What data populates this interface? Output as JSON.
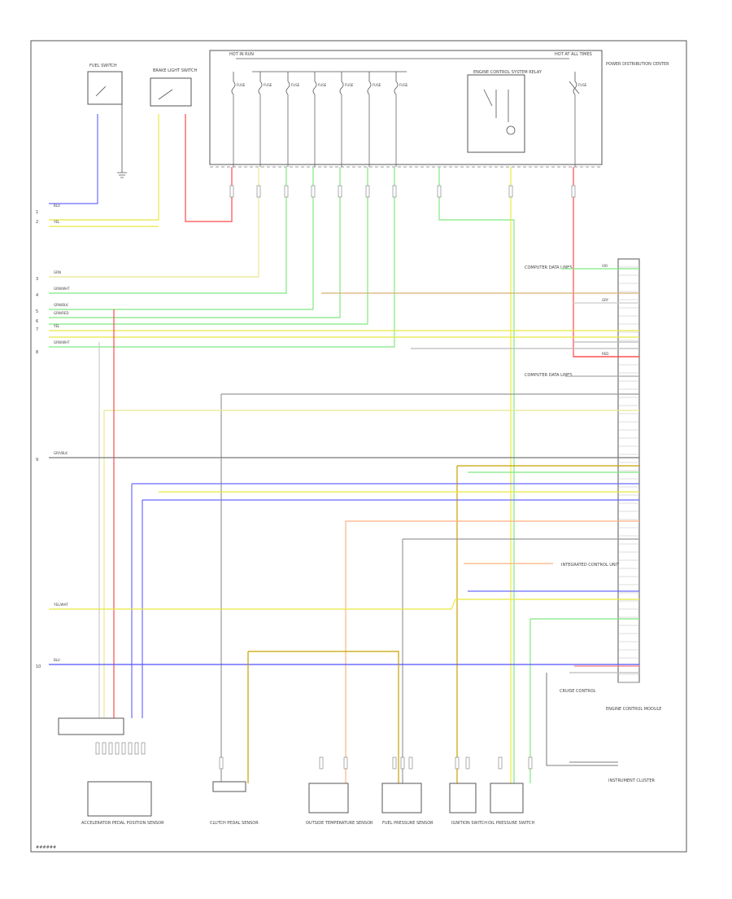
{
  "diagram": {
    "footer_code": "######",
    "fuse_labels": [
      "FUSE",
      "FUSE",
      "FUSE",
      "FUSE",
      "FUSE",
      "FUSE",
      "FUSE",
      "FUSE"
    ],
    "components": {
      "fuel_switch": "FUEL SWITCH",
      "brake_switch": "BRAKE LIGHT SWITCH",
      "hot_left": "HOT IN RUN",
      "hot_right": "HOT AT ALL TIMES",
      "power_dist": "POWER DISTRIBUTION CENTER",
      "main_relay": "ENGINE CONTROL SYSTEM RELAY",
      "ecm": "ENGINE CONTROL MODULE",
      "instrument_cluster": "INSTRUMENT CLUSTER",
      "apps": "ACCELERATOR PEDAL POSITION SENSOR",
      "clutch": "CLUTCH PEDAL SENSOR",
      "oat": "OUTSIDE TEMPERATURE SENSOR",
      "fuel_pressure": "FUEL PRESSURE SENSOR",
      "ignition": "IGNITION SWITCH",
      "oil_pressure": "OIL PRESSURE SWITCH",
      "ecm_left_1": "COMPUTER DATA LINES",
      "ecm_left_2": "COMPUTER DATA LINES",
      "ecm_left_3": "INTEGRATED CONTROL UNIT",
      "ecm_left_4": "CRUISE CONTROL"
    },
    "left_numbers": [
      "1",
      "2",
      "3",
      "4",
      "5",
      "6",
      "7",
      "8",
      "9",
      "10"
    ],
    "wire_labels": [
      "BLU",
      "YEL",
      "GRN",
      "GRN/WHT",
      "GRN/BLK",
      "GRN/RED",
      "YEL",
      "GRN/WHT",
      "GRY/BLK",
      "YEL/WHT",
      "BLU",
      "VIO",
      "GRY",
      "RED"
    ]
  }
}
